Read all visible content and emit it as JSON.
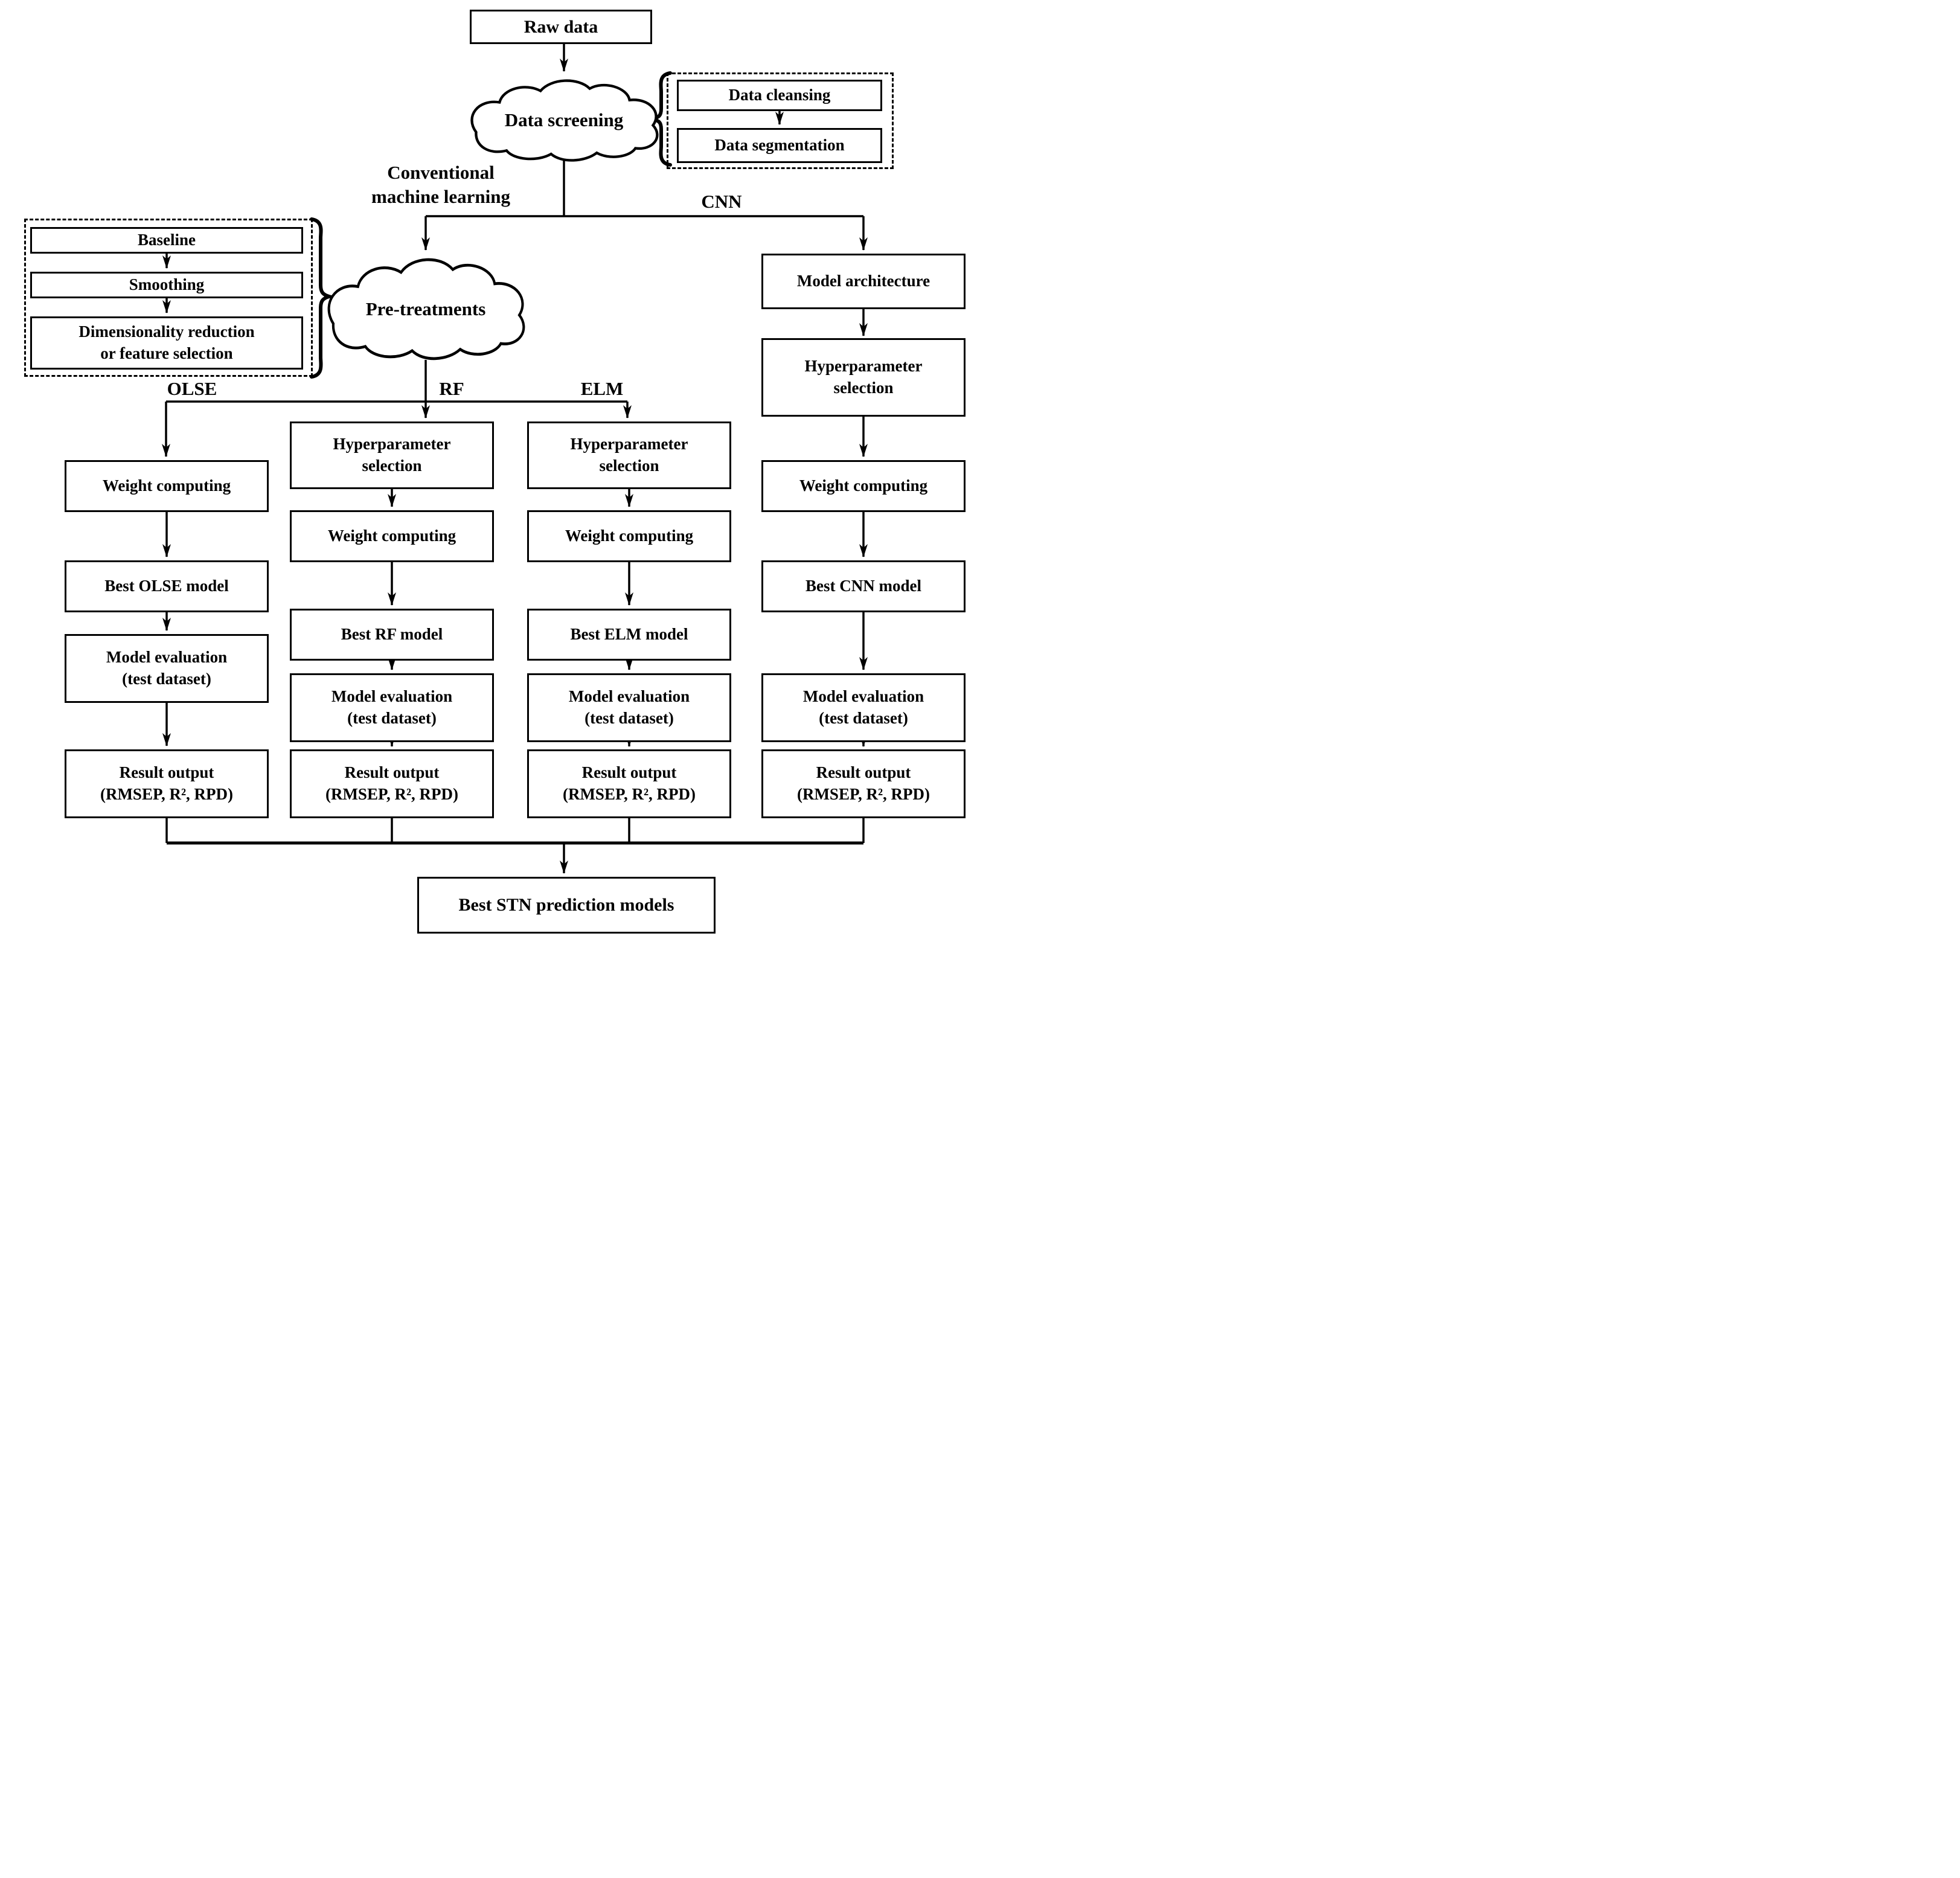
{
  "diagram": {
    "nodes": {
      "raw_data": "Raw data",
      "data_screening": "Data screening",
      "data_cleansing": "Data cleansing",
      "data_segmentation": "Data segmentation",
      "pre_treatments": "Pre-treatments",
      "baseline": "Baseline",
      "smoothing": "Smoothing",
      "dimensionality_reduction": "Dimensionality reduction\nor feature selection",
      "model_architecture": "Model architecture",
      "hyperparameter_selection": "Hyperparameter\nselection",
      "weight_computing": "Weight computing",
      "best_olse_model": "Best OLSE model",
      "best_rf_model": "Best RF model",
      "best_elm_model": "Best ELM model",
      "best_cnn_model": "Best CNN model",
      "model_evaluation": "Model evaluation\n(test dataset)",
      "result_output": "Result output\n(RMSEP, R², RPD)",
      "best_stn": "Best STN prediction models"
    },
    "branch_labels": {
      "conventional_ml": "Conventional\nmachine learning",
      "cnn": "CNN",
      "olse": "OLSE",
      "rf": "RF",
      "elm": "ELM"
    },
    "colors": {
      "line": "#000000",
      "box_fill": "#ffffff",
      "text": "#000000",
      "background": "#ffffff"
    }
  }
}
